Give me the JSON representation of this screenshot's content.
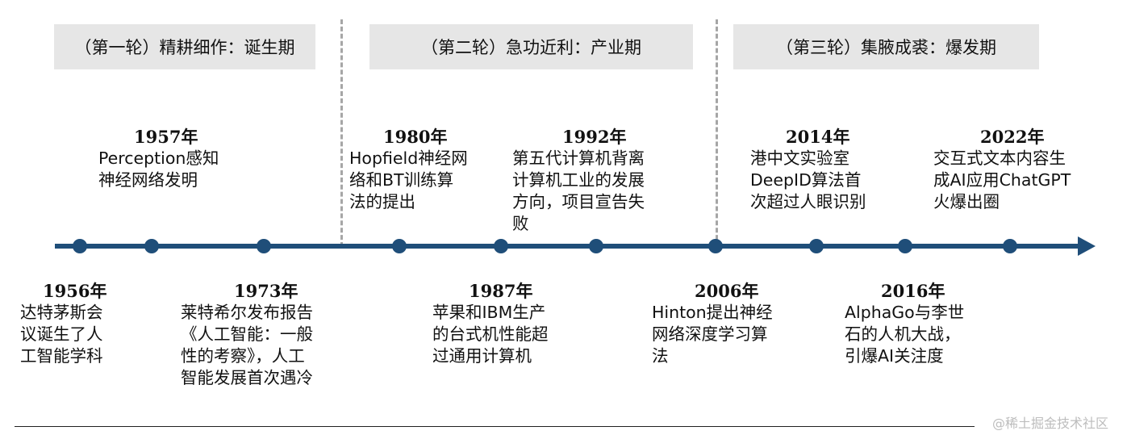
{
  "phases": [
    {
      "label": "（第一轮）精耕细作：诞生期"
    },
    {
      "label": "（第二轮）急功近利：产业期"
    },
    {
      "label": "（第三轮）集腋成裘：爆发期"
    }
  ],
  "events_top": [
    {
      "year": "1957年",
      "desc": "Perception感知\n神经网络发明"
    },
    {
      "year": "1980年",
      "desc": "Hopfield神经网\n络和BT训练算\n法的提出"
    },
    {
      "year": "1992年",
      "desc": "第五代计算机背离\n计算机工业的发展\n方向，项目宣告失\n败"
    },
    {
      "year": "2014年",
      "desc": "港中文实验室\nDeepID算法首\n次超过人眼识别"
    },
    {
      "year": "2022年",
      "desc": "交互式文本内容生\n成AI应用ChatGPT\n火爆出圈"
    }
  ],
  "events_bottom": [
    {
      "year": "1956年",
      "desc": "达特茅斯会\n议诞生了人\n工智能学科"
    },
    {
      "year": "1973年",
      "desc": "莱特希尔发布报告\n《人工智能：一般\n性的考察》，人工\n智能发展首次遇冷"
    },
    {
      "year": "1987年",
      "desc": "苹果和IBM生产\n的台式机性能超\n过通用计算机"
    },
    {
      "year": "2006年",
      "desc": "Hinton提出神经\n网络深度学习算\n法"
    },
    {
      "year": "2016年",
      "desc": "AlphaGo与李世\n石的人机大战，\n引爆AI关注度"
    }
  ],
  "colors": {
    "axis": "#1f4e79",
    "phase_bg": "#e6e6e6",
    "divider": "#a6a6a6"
  },
  "watermark": "@稀土掘金技术社区"
}
